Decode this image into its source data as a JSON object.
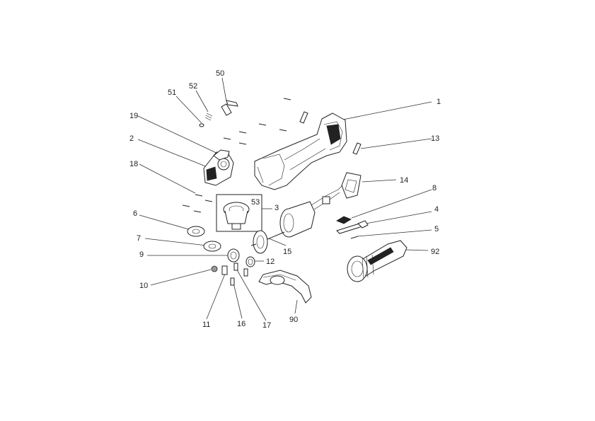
{
  "labels": [
    "1",
    "2",
    "3",
    "4",
    "5",
    "6",
    "7",
    "8",
    "9",
    "10",
    "11",
    "12",
    "13",
    "14",
    "15",
    "16",
    "17",
    "18",
    "19",
    "50",
    "51",
    "52",
    "53",
    "90",
    "92"
  ]
}
